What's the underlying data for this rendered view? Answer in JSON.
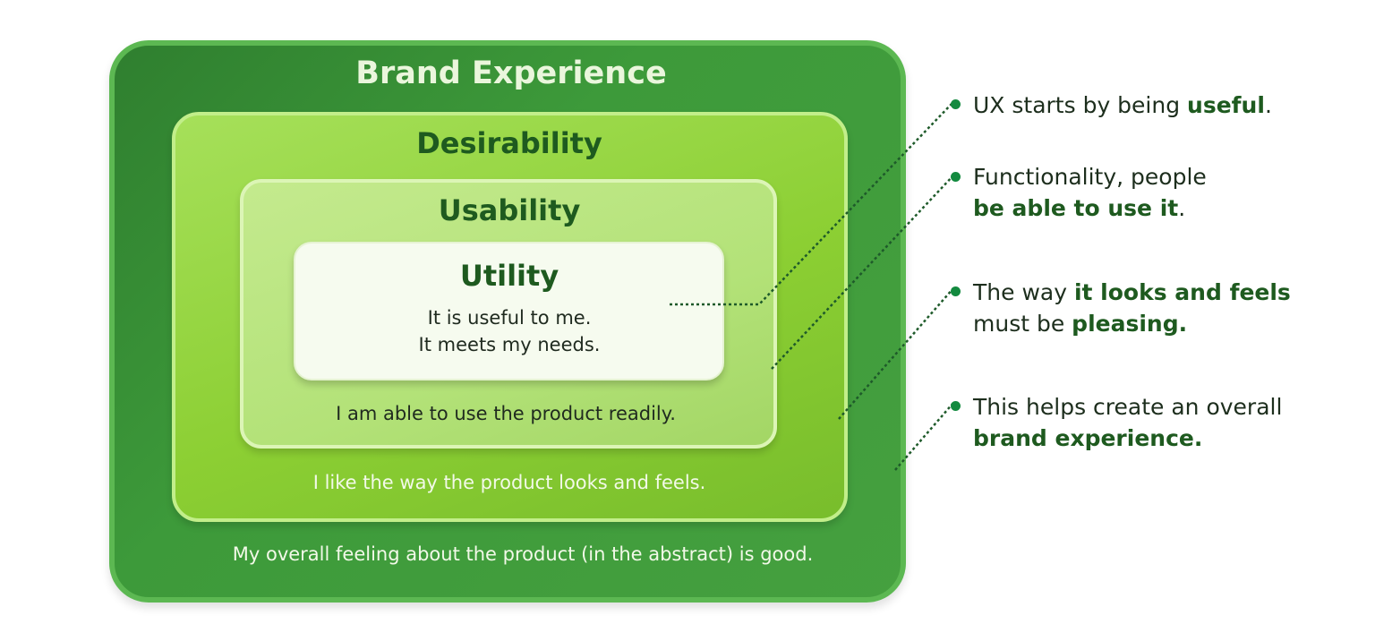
{
  "diagram": {
    "layers": [
      {
        "title": "Brand Experience",
        "description": "My overall feeling about the product (in the abstract) is good."
      },
      {
        "title": "Desirability",
        "description": "I like the way the product looks and feels."
      },
      {
        "title": "Usability",
        "description": "I am able to use the product readily."
      },
      {
        "title": "Utility",
        "description_line1": "It is useful to me.",
        "description_line2": "It meets my needs."
      }
    ],
    "colors": {
      "brand": "#3d9a3a",
      "desirability": "#8ccf33",
      "usability": "#b3e278",
      "utility": "#f6fbef",
      "accent_text": "#1e5a1f",
      "bullet": "#138a3f"
    }
  },
  "notes": [
    {
      "line1": [
        {
          "text": "UX starts by being ",
          "bold": false
        },
        {
          "text": "useful",
          "bold": true
        },
        {
          "text": ".",
          "bold": false
        }
      ]
    },
    {
      "line1": [
        {
          "text": "Functionality, people",
          "bold": false
        }
      ],
      "line2": [
        {
          "text": "be able to use it",
          "bold": true
        },
        {
          "text": ".",
          "bold": false
        }
      ]
    },
    {
      "line1": [
        {
          "text": "The way ",
          "bold": false
        },
        {
          "text": "it looks and feels",
          "bold": true
        }
      ],
      "line2": [
        {
          "text": "must be ",
          "bold": false
        },
        {
          "text": "pleasing.",
          "bold": true
        }
      ]
    },
    {
      "line1": [
        {
          "text": "This helps create an overall",
          "bold": false
        }
      ],
      "line2": [
        {
          "text": "brand experience.",
          "bold": true
        }
      ]
    }
  ]
}
